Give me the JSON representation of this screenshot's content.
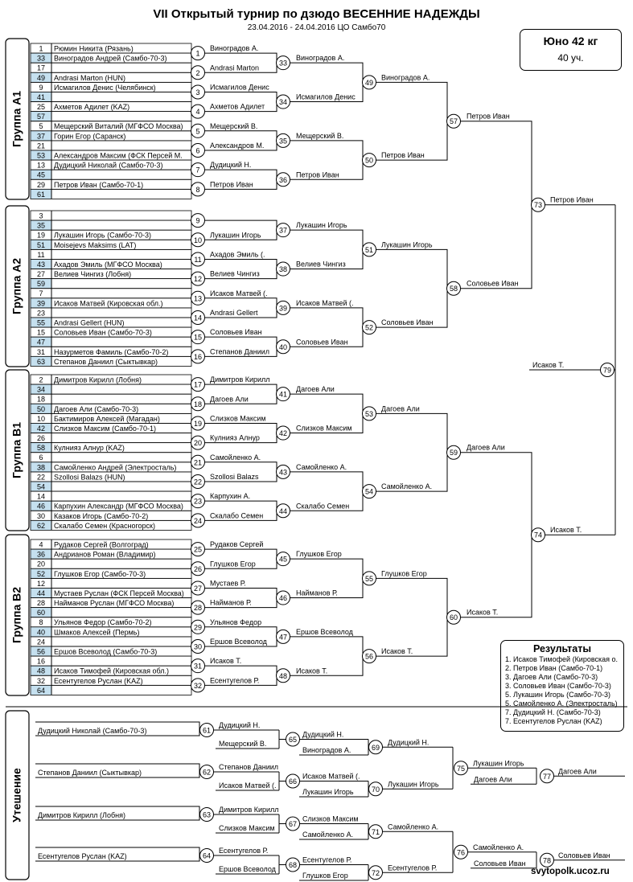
{
  "header": {
    "title": "VII Открытый турнир по дзюдо ВЕСЕННИЕ НАДЕЖДЫ",
    "subtitle": "23.04.2016 - 24.04.2016 ЦО Самбо70",
    "category": "Юно 42 кг",
    "participants": "40 уч."
  },
  "groups": [
    {
      "label": "Группа А1",
      "slots": [
        {
          "n": "1",
          "name": "Рюмин Никита (Рязань)"
        },
        {
          "n": "33",
          "name": "Виноградов Андрей (Самбо-70-3)"
        },
        {
          "n": "17",
          "name": ""
        },
        {
          "n": "49",
          "name": "Andrasi Marton (HUN)"
        },
        {
          "n": "9",
          "name": "Исмагилов Денис (Челябинск)"
        },
        {
          "n": "41",
          "name": ""
        },
        {
          "n": "25",
          "name": "Ахметов Адилет (KAZ)"
        },
        {
          "n": "57",
          "name": ""
        },
        {
          "n": "5",
          "name": "Мещерский Виталий (МГФСО Москва)"
        },
        {
          "n": "37",
          "name": "Горин Егор (Саранск)"
        },
        {
          "n": "21",
          "name": ""
        },
        {
          "n": "53",
          "name": "Александров Максим (ФСК Персей М."
        },
        {
          "n": "13",
          "name": "Дудицкий Николай (Самбо-70-3)"
        },
        {
          "n": "45",
          "name": ""
        },
        {
          "n": "29",
          "name": "Петров Иван (Самбо-70-1)"
        },
        {
          "n": "61",
          "name": ""
        }
      ]
    },
    {
      "label": "Группа А2",
      "slots": [
        {
          "n": "3",
          "name": ""
        },
        {
          "n": "35",
          "name": ""
        },
        {
          "n": "19",
          "name": "Лукашин Игорь (Самбо-70-3)"
        },
        {
          "n": "51",
          "name": "Moisejevs Maksims (LAT)"
        },
        {
          "n": "11",
          "name": ""
        },
        {
          "n": "43",
          "name": "Ахадов Эмиль (МГФСО Москва)"
        },
        {
          "n": "27",
          "name": "Велиев Чингиз (Лобня)"
        },
        {
          "n": "59",
          "name": ""
        },
        {
          "n": "7",
          "name": ""
        },
        {
          "n": "39",
          "name": "Исаков Матвей (Кировская обл.)"
        },
        {
          "n": "23",
          "name": ""
        },
        {
          "n": "55",
          "name": "Andrasi Gellert (HUN)"
        },
        {
          "n": "15",
          "name": "Соловьев Иван (Самбо-70-3)"
        },
        {
          "n": "47",
          "name": ""
        },
        {
          "n": "31",
          "name": "Назурметов Фамиль (Самбо-70-2)"
        },
        {
          "n": "63",
          "name": "Степанов Даниил (Сыктывкар)"
        }
      ]
    },
    {
      "label": "Группа В1",
      "slots": [
        {
          "n": "2",
          "name": "Димитров Кирилл (Лобня)"
        },
        {
          "n": "34",
          "name": ""
        },
        {
          "n": "18",
          "name": ""
        },
        {
          "n": "50",
          "name": "Дагоев Али (Самбо-70-3)"
        },
        {
          "n": "10",
          "name": "Бактимиров Алексей (Магадан)"
        },
        {
          "n": "42",
          "name": "Слизков Максим (Самбо-70-1)"
        },
        {
          "n": "26",
          "name": ""
        },
        {
          "n": "58",
          "name": "Кулнияз Алнур (KAZ)"
        },
        {
          "n": "6",
          "name": ""
        },
        {
          "n": "38",
          "name": "Самойленко Андрей (Электросталь)"
        },
        {
          "n": "22",
          "name": "Szollosi Balazs (HUN)"
        },
        {
          "n": "54",
          "name": ""
        },
        {
          "n": "14",
          "name": ""
        },
        {
          "n": "46",
          "name": "Карпухин Александр (МГФСО Москва)"
        },
        {
          "n": "30",
          "name": "Казаков Игорь (Самбо-70-2)"
        },
        {
          "n": "62",
          "name": "Скалабо Семен (Красногорск)"
        }
      ]
    },
    {
      "label": "Группа В2",
      "slots": [
        {
          "n": "4",
          "name": "Рудаков Сергей (Волгоград)"
        },
        {
          "n": "36",
          "name": "Андрианов Роман (Владимир)"
        },
        {
          "n": "20",
          "name": ""
        },
        {
          "n": "52",
          "name": "Глушков Егор (Самбо-70-3)"
        },
        {
          "n": "12",
          "name": ""
        },
        {
          "n": "44",
          "name": "Мустаев Руслан (ФСК Персей Москва)"
        },
        {
          "n": "28",
          "name": "Найманов Руслан (МГФСО Москва)"
        },
        {
          "n": "60",
          "name": ""
        },
        {
          "n": "8",
          "name": "Ульянов Федор (Самбо-70-2)"
        },
        {
          "n": "40",
          "name": "Шмаков Алексей (Пермь)"
        },
        {
          "n": "24",
          "name": ""
        },
        {
          "n": "56",
          "name": "Ершов Всеволод (Самбо-70-3)"
        },
        {
          "n": "16",
          "name": ""
        },
        {
          "n": "48",
          "name": "Исаков Тимофей (Кировская обл.)"
        },
        {
          "n": "32",
          "name": "Есентугелов Руслан (KAZ)"
        },
        {
          "n": "64",
          "name": ""
        }
      ]
    }
  ],
  "rounds": {
    "r1": [
      {
        "n": "1",
        "w": "Виноградов А."
      },
      {
        "n": "2",
        "w": "Andrasi Marton"
      },
      {
        "n": "3",
        "w": "Исмагилов Денис"
      },
      {
        "n": "4",
        "w": "Ахметов Адилет"
      },
      {
        "n": "5",
        "w": "Мещерский В."
      },
      {
        "n": "6",
        "w": "Александров М."
      },
      {
        "n": "7",
        "w": "Дудицкий Н."
      },
      {
        "n": "8",
        "w": "Петров Иван"
      },
      {
        "n": "9",
        "w": ""
      },
      {
        "n": "10",
        "w": "Лукашин Игорь"
      },
      {
        "n": "11",
        "w": "Ахадов Эмиль (."
      },
      {
        "n": "12",
        "w": "Велиев Чингиз"
      },
      {
        "n": "13",
        "w": "Исаков Матвей (."
      },
      {
        "n": "14",
        "w": "Andrasi Gellert"
      },
      {
        "n": "15",
        "w": "Соловьев Иван"
      },
      {
        "n": "16",
        "w": "Степанов Даниил"
      },
      {
        "n": "17",
        "w": "Димитров Кирилл"
      },
      {
        "n": "18",
        "w": "Дагоев Али"
      },
      {
        "n": "19",
        "w": "Слизков Максим"
      },
      {
        "n": "20",
        "w": "Кулнияз Алнур"
      },
      {
        "n": "21",
        "w": "Самойленко А."
      },
      {
        "n": "22",
        "w": "Szollosi Balazs"
      },
      {
        "n": "23",
        "w": "Карпухин А."
      },
      {
        "n": "24",
        "w": "Скалабо Семен"
      },
      {
        "n": "25",
        "w": "Рудаков Сергей"
      },
      {
        "n": "26",
        "w": "Глушков Егор"
      },
      {
        "n": "27",
        "w": "Мустаев Р."
      },
      {
        "n": "28",
        "w": "Найманов Р."
      },
      {
        "n": "29",
        "w": "Ульянов Федор"
      },
      {
        "n": "30",
        "w": "Ершов Всеволод"
      },
      {
        "n": "31",
        "w": "Исаков Т."
      },
      {
        "n": "32",
        "w": "Есентугелов Р."
      }
    ],
    "r2": [
      {
        "n": "33",
        "w": "Виноградов А."
      },
      {
        "n": "34",
        "w": "Исмагилов Денис"
      },
      {
        "n": "35",
        "w": "Мещерский В."
      },
      {
        "n": "36",
        "w": "Петров Иван"
      },
      {
        "n": "37",
        "w": "Лукашин Игорь"
      },
      {
        "n": "38",
        "w": "Велиев Чингиз"
      },
      {
        "n": "39",
        "w": "Исаков Матвей (."
      },
      {
        "n": "40",
        "w": "Соловьев Иван"
      },
      {
        "n": "41",
        "w": "Дагоев Али"
      },
      {
        "n": "42",
        "w": "Слизков Максим"
      },
      {
        "n": "43",
        "w": "Самойленко А."
      },
      {
        "n": "44",
        "w": "Скалабо Семен"
      },
      {
        "n": "45",
        "w": "Глушков Егор"
      },
      {
        "n": "46",
        "w": "Найманов Р."
      },
      {
        "n": "47",
        "w": "Ершов Всеволод"
      },
      {
        "n": "48",
        "w": "Исаков Т."
      }
    ],
    "r3": [
      {
        "n": "49",
        "w": "Виноградов А."
      },
      {
        "n": "50",
        "w": "Петров Иван"
      },
      {
        "n": "51",
        "w": "Лукашин Игорь"
      },
      {
        "n": "52",
        "w": "Соловьев Иван"
      },
      {
        "n": "53",
        "w": "Дагоев Али"
      },
      {
        "n": "54",
        "w": "Самойленко А."
      },
      {
        "n": "55",
        "w": "Глушков Егор"
      },
      {
        "n": "56",
        "w": "Исаков Т."
      }
    ],
    "r4": [
      {
        "n": "57",
        "w": "Петров Иван"
      },
      {
        "n": "58",
        "w": "Соловьев Иван"
      },
      {
        "n": "59",
        "w": "Дагоев Али"
      },
      {
        "n": "60",
        "w": "Исаков Т."
      }
    ],
    "r5": [
      {
        "n": "73",
        "w": "Петров Иван"
      },
      {
        "n": "74",
        "w": "Исаков Т."
      }
    ],
    "final": {
      "n": "79",
      "w": "Исаков Т."
    }
  },
  "consolation": {
    "label": "Утешение",
    "blocks": [
      {
        "entry": "Дудицкий Николай (Самбо-70-3)",
        "a": {
          "n": "61",
          "w": "Дудицкий Н."
        },
        "opp": "Мещерский В.",
        "b": {
          "n": "65",
          "w": "Дудицкий Н."
        },
        "loser": "Виноградов А.",
        "c": {
          "n": "69",
          "w": "Дудицкий Н."
        }
      },
      {
        "entry": "Степанов Даниил (Сыктывкар)",
        "a": {
          "n": "62",
          "w": "Степанов Даниил"
        },
        "opp": "Исаков Матвей (.",
        "b": {
          "n": "66",
          "w": "Исаков Матвей (."
        },
        "loser": "Лукашин Игорь",
        "c": {
          "n": "70",
          "w": "Лукашин Игорь"
        }
      },
      {
        "entry": "Димитров Кирилл (Лобня)",
        "a": {
          "n": "63",
          "w": "Димитров Кирилл"
        },
        "opp": "Слизков Максим",
        "b": {
          "n": "67",
          "w": "Слизков Максим"
        },
        "loser": "Самойленко А.",
        "c": {
          "n": "71",
          "w": "Самойленко А."
        }
      },
      {
        "entry": "Есентугелов Руслан (KAZ)",
        "a": {
          "n": "64",
          "w": "Есентугелов Р."
        },
        "opp": "Ершов Всеволод",
        "b": {
          "n": "68",
          "w": "Есентугелов Р."
        },
        "loser": "Глушков Егор",
        "c": {
          "n": "72",
          "w": "Есентугелов Р."
        }
      }
    ],
    "semis": [
      {
        "n": "75",
        "w": "Лукашин Игорь",
        "loser": "Дагоев Али",
        "bronze": {
          "n": "77",
          "w": "Дагоев Али"
        }
      },
      {
        "n": "76",
        "w": "Самойленко А.",
        "loser": "Соловьев Иван",
        "bronze": {
          "n": "78",
          "w": "Соловьев Иван"
        }
      }
    ]
  },
  "results": {
    "title": "Результаты",
    "items": [
      "1. Исаков Тимофей (Кировская о.",
      "2. Петров Иван (Самбо-70-1)",
      "3. Дагоев Али (Самбо-70-3)",
      "3. Соловьев Иван (Самбо-70-3)",
      "5. Лукашин Игорь (Самбо-70-3)",
      "5. Самойленко А. (Электросталь)",
      "7. Дудицкий Н. (Самбо-70-3)",
      "7. Есентугелов Руслан (KAZ)"
    ]
  },
  "watermark": "svytopolk.ucoz.ru",
  "colors": {
    "seed_fill": "#c5e0ef",
    "line": "#000000"
  }
}
